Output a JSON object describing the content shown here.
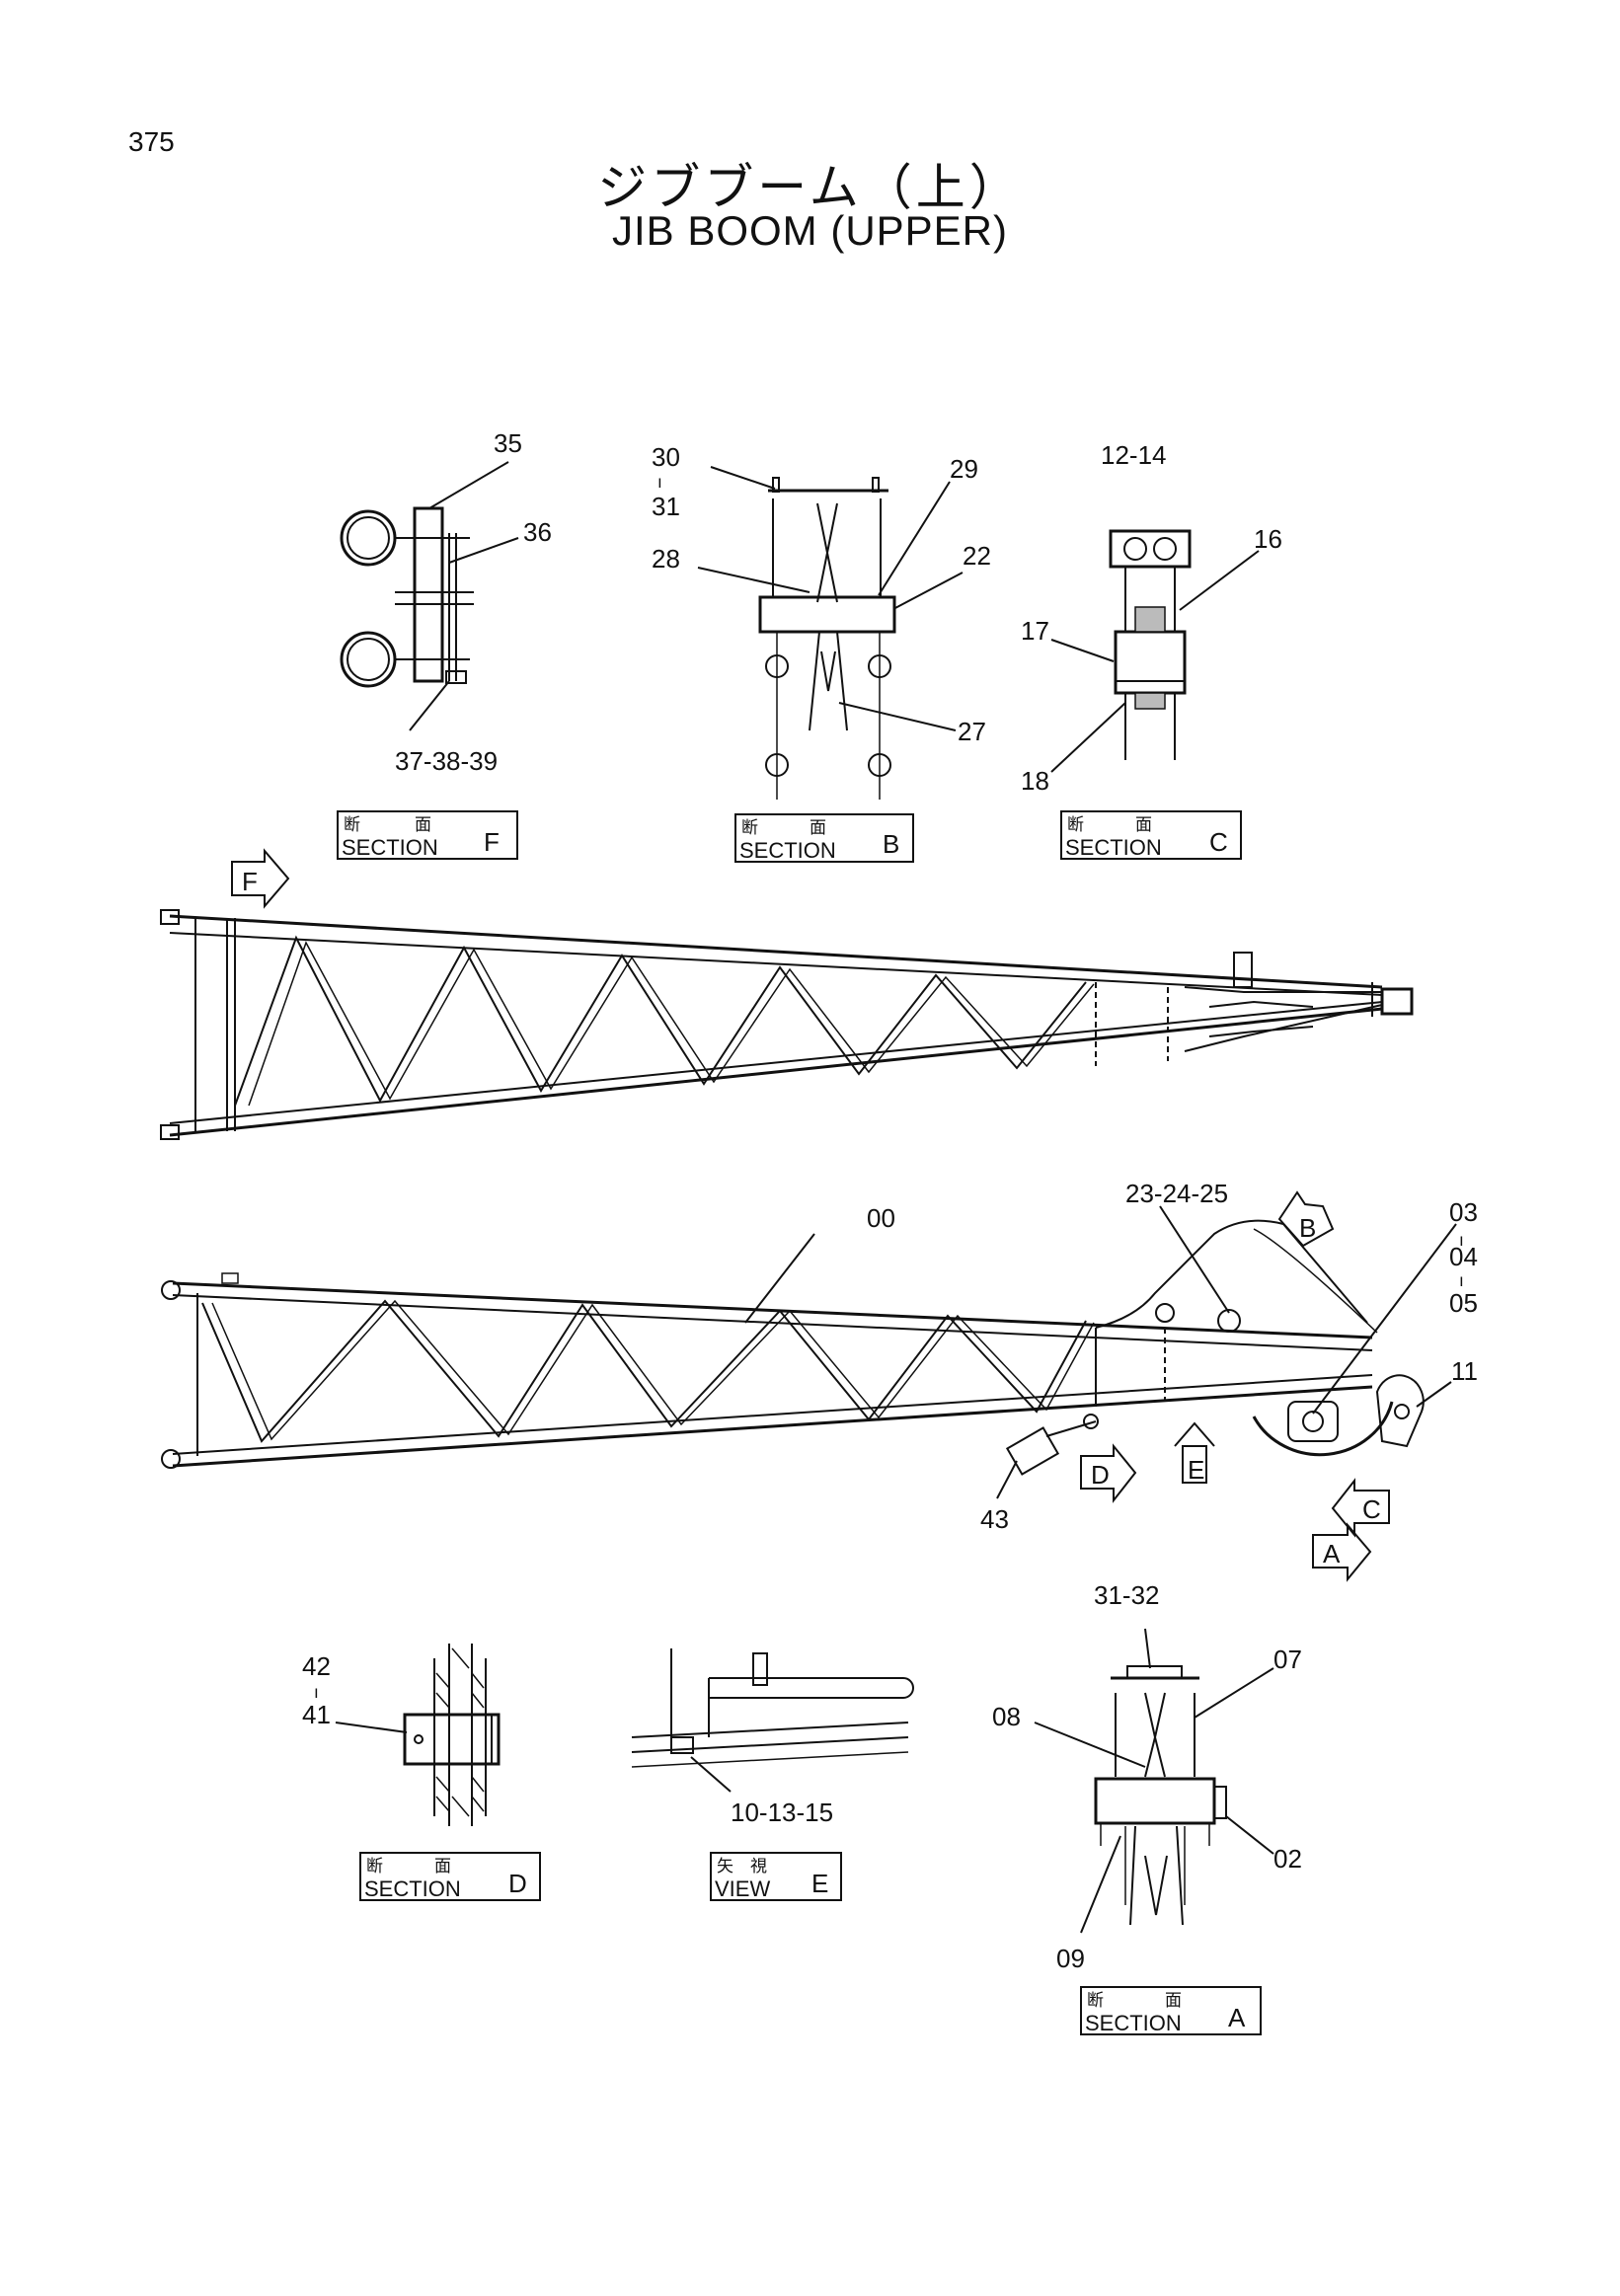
{
  "page_number": "375",
  "title_jp": "ジブブーム（上）",
  "title_en": "JIB BOOM (UPPER)",
  "sections": {
    "F": {
      "jp1": "断",
      "jp2": "面",
      "word": "SECTION",
      "letter": "F"
    },
    "B": {
      "jp1": "断",
      "jp2": "面",
      "word": "SECTION",
      "letter": "B"
    },
    "C": {
      "jp1": "断",
      "jp2": "面",
      "word": "SECTION",
      "letter": "C"
    },
    "D": {
      "jp1": "断",
      "jp2": "面",
      "word": "SECTION",
      "letter": "D"
    },
    "E": {
      "jp1": "矢",
      "jp2": "視",
      "word": "VIEW",
      "letter": "E"
    },
    "A": {
      "jp1": "断",
      "jp2": "面",
      "word": "SECTION",
      "letter": "A"
    }
  },
  "arrows": {
    "F": "F",
    "B": "B",
    "D": "D",
    "E": "E",
    "C": "C",
    "A": "A"
  },
  "callouts": {
    "c35": "35",
    "c36": "36",
    "c37": "37-38-39",
    "c30a": "30",
    "c30b": "31",
    "c29": "29",
    "c28": "28",
    "c22": "22",
    "c27": "27",
    "c12": "12-14",
    "c16": "16",
    "c17": "17",
    "c18": "18",
    "c00": "00",
    "c23": "23-24-25",
    "c03a": "03",
    "c03b": "04",
    "c03c": "05",
    "c11": "11",
    "c43": "43",
    "c42a": "42",
    "c42b": "41",
    "c10": "10-13-15",
    "c31": "31-32",
    "c07": "07",
    "c08": "08",
    "c02": "02",
    "c09": "09"
  }
}
